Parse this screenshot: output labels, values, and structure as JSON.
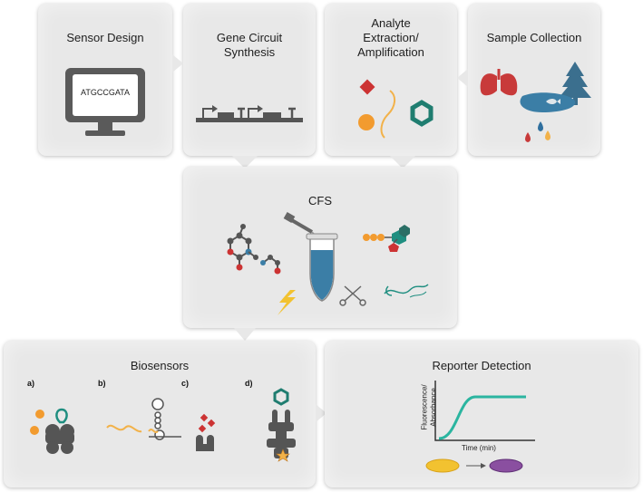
{
  "panels": {
    "sensor_design": {
      "title": "Sensor Design",
      "screen_text": "ATGCCGATA"
    },
    "gene_circuit": {
      "title_line1": "Gene Circuit",
      "title_line2": "Synthesis"
    },
    "analyte": {
      "title_line1": "Analyte",
      "title_line2": "Extraction/",
      "title_line3": "Amplification"
    },
    "sample": {
      "title": "Sample Collection"
    },
    "cfs": {
      "title": "CFS"
    },
    "biosensors": {
      "title": "Biosensors",
      "sub_labels": [
        "a)",
        "b)",
        "c)",
        "d)"
      ]
    },
    "reporter": {
      "title": "Reporter Detection",
      "ylabel_line1": "Fluorescence/",
      "ylabel_line2": "Absorbance",
      "xlabel": "Time (min)"
    }
  },
  "colors": {
    "panel_bg": "#e8e8e8",
    "orange": "#f29b2f",
    "red": "#cc3333",
    "teal": "#1f8e80",
    "blue": "#3b7ea6",
    "dark_gray": "#555555",
    "yellow": "#f2c230",
    "purple": "#8a4fa0",
    "curve": "#2bb5a0"
  }
}
